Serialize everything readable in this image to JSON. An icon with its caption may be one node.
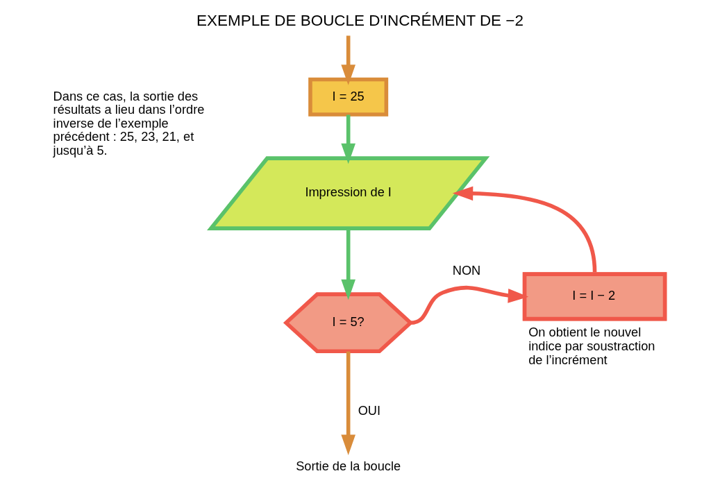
{
  "diagram": {
    "title": "EXEMPLE DE BOUCLE D'INCRÉMENT DE −2",
    "nodes": [
      {
        "text": [
          "I = 25"
        ]
      },
      {
        "text": [
          "Impression de I"
        ],
        "beside": [
          "Dans ce cas, la sortie des résultats a lieu dans l’ordre inverse de l’exemple précédent : 25, 23, 21, et jusqu’à 5."
        ]
      },
      {
        "text": [
          "I = 5?"
        ]
      },
      {
        "text": [
          "I = I − 2"
        ],
        "beside": [
          "On obtient le nouvel indice par soustraction de l’incrément"
        ]
      },
      {
        "text": [
          "Sortie de la boucle"
        ]
      }
    ],
    "edges": [
      {
        "from": null,
        "to": 0,
        "arrow": "to",
        "color": "#d98c3a"
      },
      {
        "from": 0,
        "to": 1,
        "arrow": "to",
        "color": "#5ac26a"
      },
      {
        "from": 1,
        "to": 2,
        "arrow": "to",
        "color": "#5ac26a"
      },
      {
        "from": 2,
        "to": 3,
        "arrow": "to",
        "label": "NON",
        "color": "#f0584a"
      },
      {
        "from": 3,
        "to": 1,
        "arrow": "to",
        "color": "#f0584a"
      },
      {
        "from": 2,
        "to": 4,
        "arrow": "to",
        "label": "OUI",
        "color": "#d98c3a"
      }
    ]
  }
}
